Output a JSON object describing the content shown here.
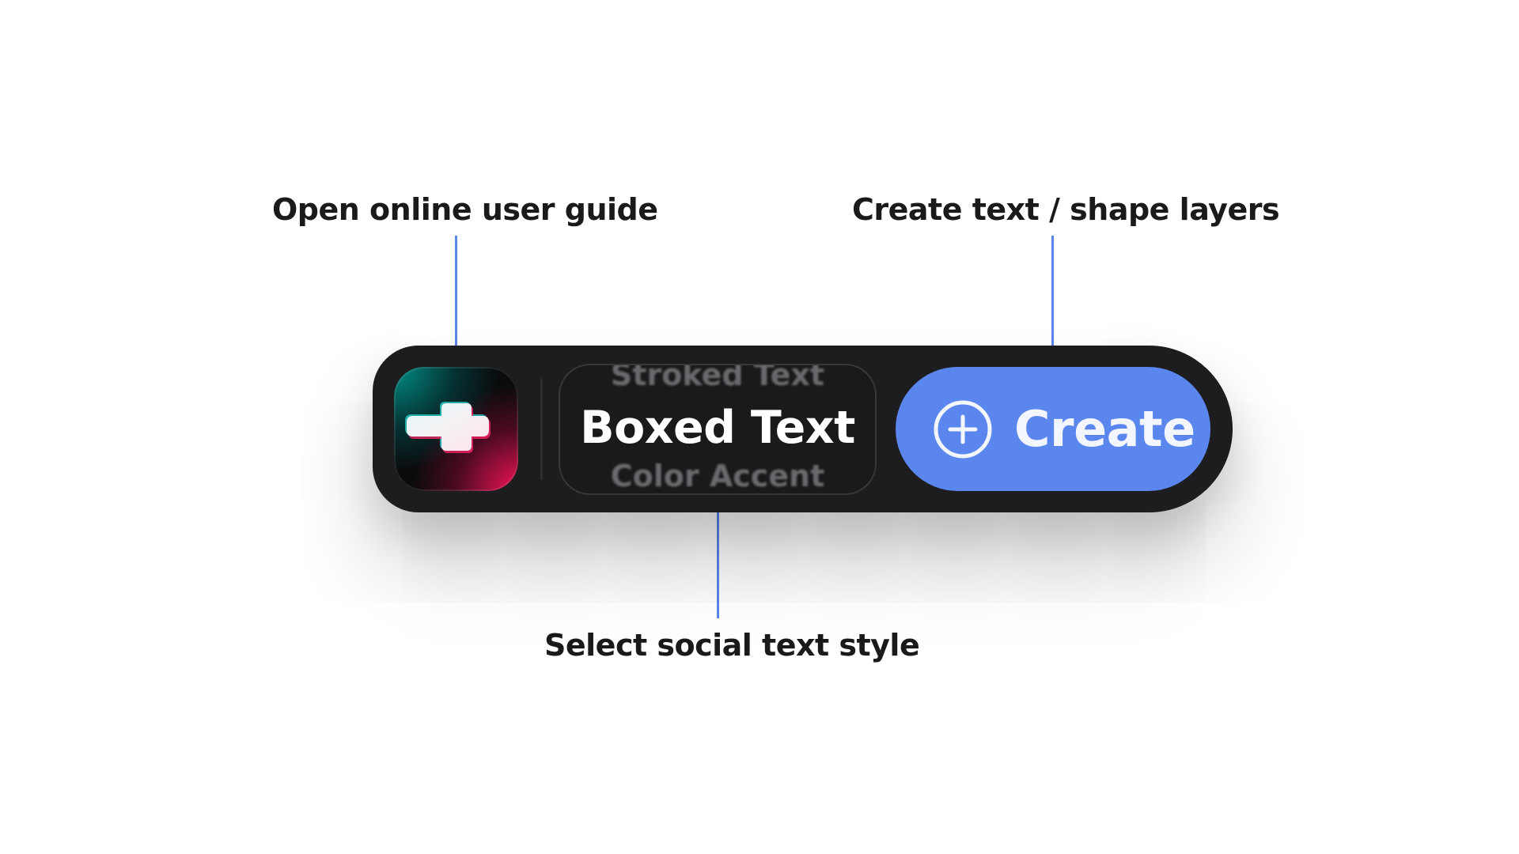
{
  "annotations": {
    "user_guide": "Open online user guide",
    "create_layers": "Create text / shape layers",
    "text_style": "Select social text style"
  },
  "toolbar": {
    "app_icon": "plus-logo-icon",
    "style_picker": {
      "previous": "Stroked Text",
      "selected": "Boxed Text",
      "next": "Color Accent"
    },
    "create_button": {
      "label": "Create",
      "icon": "plus-circle-icon"
    }
  },
  "colors": {
    "toolbar_background": "#1d1d1f",
    "accent": "#5b86ee",
    "annotation_text": "#1a1a1a",
    "icon_teal": "#00968c",
    "icon_magenta": "#ff145a"
  }
}
